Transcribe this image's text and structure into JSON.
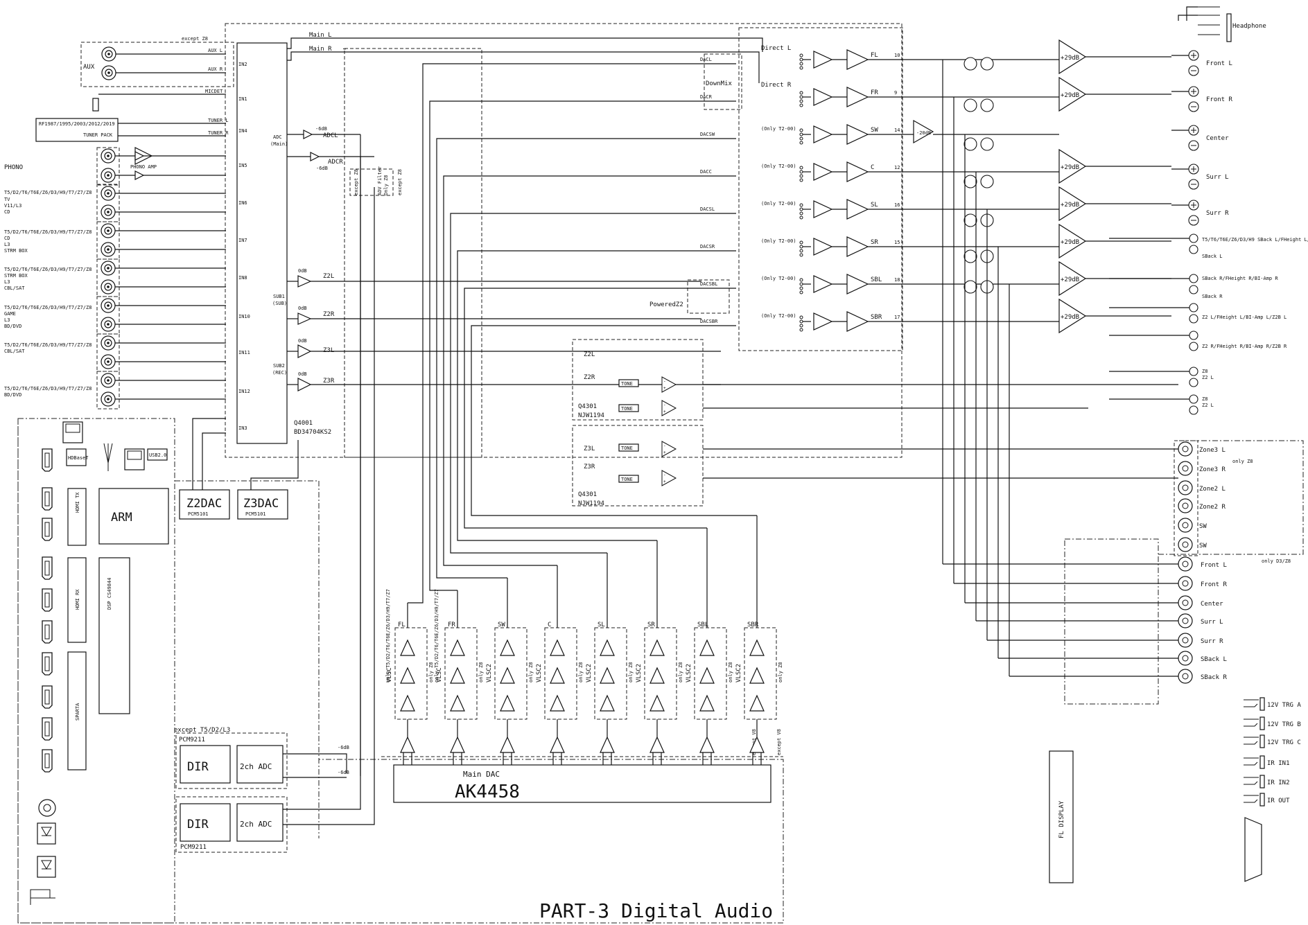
{
  "title": "PART-3 Digital Audio",
  "left_inputs": {
    "aux_label": "AUX",
    "except_z8": "except Z8",
    "aux_l": "AUX L",
    "aux_r": "AUX R",
    "mic_det": "MICDET",
    "tuner_models": "RF1987/1995/2003/2012/2019",
    "tuner_pack": "TUNER PACK",
    "tuner_l": "TUNER L",
    "tuner_r": "TUNER R",
    "phono": "PHONO",
    "phono_amp": "PHONO AMP",
    "jack_groups": [
      {
        "model": "T5/D2/T6/T6E/Z6/D3/H9/T7/Z7/Z8",
        "lines": [
          "TV",
          "V11/L3",
          "CD"
        ]
      },
      {
        "model": "T5/D2/T6/T6E/Z6/D3/H9/T7/Z7/Z8",
        "lines": [
          "CD",
          "L3",
          "STRM BOX"
        ]
      },
      {
        "model": "T5/D2/T6/T6E/Z6/D3/H9/T7/Z7/Z8",
        "lines": [
          "STRM BOX",
          "L3",
          "CBL/SAT"
        ]
      },
      {
        "model": "T5/D2/T6/T6E/Z6/D3/H9/T7/Z7/Z8",
        "lines": [
          "GAME",
          "L3",
          "BD/DVD"
        ]
      },
      {
        "model": "T5/D2/T6/T6E/Z6/D3/H9/T7/Z7/Z8",
        "lines": [
          "CBL/SAT"
        ]
      },
      {
        "model": "T5/D2/T6/T6E/Z6/D3/H9/T7/Z7/Z8",
        "lines": [
          "BD/DVD"
        ]
      }
    ]
  },
  "selector": {
    "main_l": "Main L",
    "main_r": "Main R",
    "inputs": [
      "IN2",
      "IN1",
      "IN4",
      "IN5",
      "IN6",
      "IN7",
      "IN8",
      "IN10",
      "IN11",
      "IN12",
      "IN3"
    ],
    "adc_main": "ADC",
    "adc_main2": "(Main)",
    "sub1": "SUB1",
    "sub1b": "(SUB)",
    "sub2": "SUB2",
    "sub2b": "(REC)",
    "part": "Q4001",
    "part_no": "BD34704KS2",
    "adcl": "ADCL",
    "adcr": "ADCR",
    "minus6db": "-6dB",
    "zero_db": "0dB",
    "z2l": "Z2L",
    "z2r": "Z2R",
    "z3l": "Z3L",
    "z3r": "Z3R",
    "adv_filter": "ADV Filter",
    "only_z8": "Only Z8",
    "except_z8": "except Z8"
  },
  "zone_ic": {
    "part1": "Q4301",
    "part1_no": "NJW1194",
    "part2": "Q4301",
    "part2_no": "NJW1194",
    "tone": "TONE",
    "powered_z2": "PoweredZ2"
  },
  "dacs": {
    "z2dac": "Z2DAC",
    "z2dac_no": "PCM5101",
    "z3dac": "Z3DAC",
    "z3dac_no": "PCM5101",
    "main_dac": "Main DAC",
    "main_dac_no": "AK4458",
    "except_v8": "except V8"
  },
  "digital": {
    "hdbaset": "HDBaseT",
    "usb": "USB2.0",
    "arm": "ARM",
    "hdmi_tx": "HDMI TX",
    "hdmi_rx": "HDMI RX",
    "dsp": "DSP CS49844",
    "sparta": "SPARTA",
    "except_t5": "except T5/D2/L3",
    "pcm9211_a": "PCM9211",
    "pcm9211_b": "PCM9211",
    "dir": "DIR",
    "adc2ch": "2ch ADC"
  },
  "channel_path": {
    "direct_l": "Direct L",
    "direct_r": "Direct R",
    "downmix": "DownMix",
    "only_t2": "(Only T2-00)",
    "channels": [
      "FL",
      "FR",
      "SW",
      "C",
      "SL",
      "SR",
      "SBL",
      "SBR"
    ],
    "dac_nets": [
      "DACL",
      "DACR",
      "DACSW",
      "DACC",
      "DACSL",
      "DACSR",
      "DACSBL",
      "DACSBR"
    ],
    "pin_nums": [
      "10",
      "9",
      "14",
      "12",
      "16",
      "15",
      "18",
      "17"
    ],
    "minus20db": "-20dB",
    "gain": "+29dB"
  },
  "vlsc": {
    "labels": [
      "FL",
      "FR",
      "SW",
      "C",
      "SL",
      "SR",
      "SBL",
      "SBR"
    ],
    "stage": "VLSC",
    "stage2": "VLSC2",
    "note_long": "only T5/D2/T6/T6E/Z6/D3/H9/T7/Z7",
    "note_short": "only Z8"
  },
  "outputs": {
    "headphone": "Headphone",
    "speakers": [
      "Front L",
      "Front R",
      "Center",
      "Surr L",
      "Surr R"
    ],
    "sb_notes": [
      "T5/T6/T6E/Z6/D3/H9 SBack L/FHeight L/BI-Amp L",
      "SBack L",
      "SBack R/FHeight R/BI-Amp R",
      "SBack R",
      "Z2 L/FHeight L/BI-Amp L/Z2B L",
      "Z2 R/FHeight R/BI-Amp R/Z2B R"
    ],
    "z8_a": "Z8",
    "z2l": "Z2 L",
    "z8_b": "Z8",
    "z2r": "Z2 L",
    "zone_pre": [
      "Zone3 L",
      "Zone3 R",
      "Zone2 L",
      "Zone2 R",
      "SW",
      "SW"
    ],
    "only_z8": "only Z8",
    "only_d3_z8": "only D3/Z8",
    "preouts": [
      "Front L",
      "Front R",
      "Center",
      "Surr L",
      "Surr R",
      "SBack L",
      "SBack R"
    ],
    "triggers": [
      "12V TRG A",
      "12V TRG B",
      "12V TRG C",
      "IR IN1",
      "IR IN2",
      "IR OUT"
    ],
    "fl_display": "FL DISPLAY"
  }
}
